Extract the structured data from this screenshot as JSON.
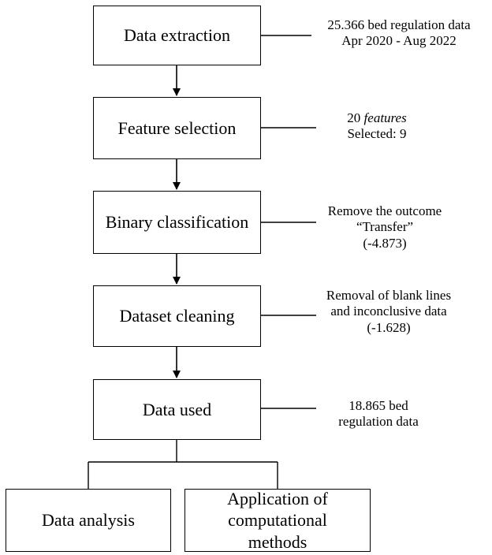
{
  "steps": {
    "extraction": {
      "label": "Data extraction",
      "note_line1": "25.366 bed regulation  data",
      "note_line2": "Apr 2020 - Aug 2022"
    },
    "feature": {
      "label": "Feature selection",
      "note_prefix": "20 ",
      "note_italic": "features",
      "note_line2": "Selected: 9"
    },
    "binary": {
      "label": "Binary classification",
      "note_line1": "Remove the outcome",
      "note_line2": "“Transfer”",
      "note_line3": "(-4.873)"
    },
    "cleaning": {
      "label": "Dataset cleaning",
      "note_line1": "Removal  of blank lines",
      "note_line2": "and inconclusive  data",
      "note_line3": "(-1.628)"
    },
    "used": {
      "label": "Data used",
      "note_line1": "18.865 bed",
      "note_line2": "regulation  data"
    }
  },
  "outputs": {
    "analysis": {
      "label": "Data analysis"
    },
    "methods": {
      "line1": "Application of",
      "line2": "computational",
      "line3": "methods"
    }
  }
}
